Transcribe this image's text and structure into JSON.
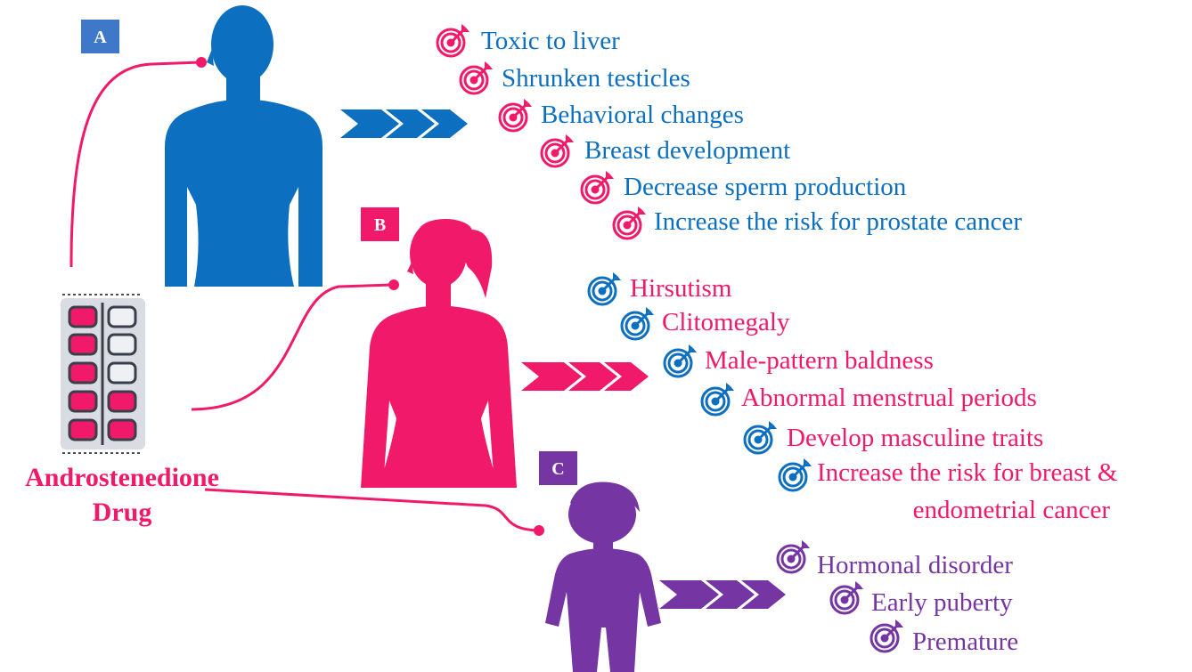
{
  "colors": {
    "male": "#0d6fbf",
    "female": "#f0196a",
    "child": "#7535a3",
    "badge_a": "#3f78c9",
    "pill": "#f0196a",
    "blister": "#d9dde3"
  },
  "groups": {
    "male": {
      "badge": "A",
      "effects": [
        "Toxic to liver",
        "Shrunken testicles",
        "Behavioral changes",
        "Breast development",
        "Decrease sperm production",
        "Increase the risk for prostate cancer"
      ]
    },
    "female": {
      "badge": "B",
      "effects": [
        "Hirsutism",
        "Clitomegaly",
        "Male-pattern baldness",
        "Abnormal menstrual periods",
        "Develop masculine traits",
        "Increase the risk for breast &",
        "endometrial cancer"
      ]
    },
    "child": {
      "badge": "C",
      "effects": [
        "Hormonal disorder",
        "Early puberty",
        "Premature"
      ]
    }
  },
  "drug": {
    "label_line1": "Androstenedione",
    "label_line2": "Drug"
  },
  "icons": {
    "target": "target-arrow-icon",
    "chevrons": "triple-chevron-arrow-icon",
    "pill_pack": "blister-pack-icon"
  }
}
